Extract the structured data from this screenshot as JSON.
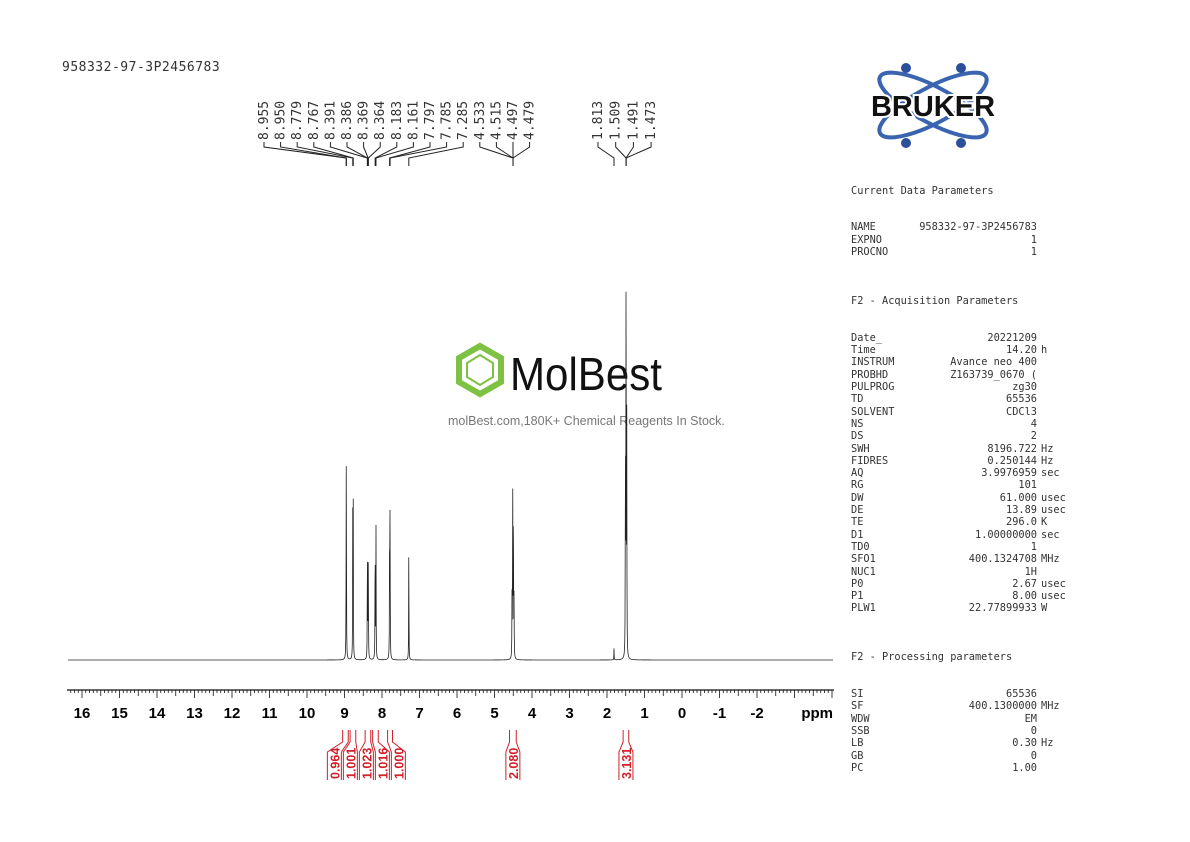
{
  "title": "958332-97-3P2456783",
  "logo": "BRUKER",
  "watermark": {
    "name": "MolBest",
    "tagline": "molBest.com,180K+ Chemical Reagents In Stock.",
    "color": "#7dc242"
  },
  "parameters": {
    "current": {
      "heading": "Current Data Parameters",
      "rows": [
        [
          "NAME",
          "958332-97-3P2456783",
          ""
        ],
        [
          "EXPNO",
          "1",
          ""
        ],
        [
          "PROCNO",
          "1",
          ""
        ]
      ]
    },
    "acquisition": {
      "heading": "F2 - Acquisition Parameters",
      "rows": [
        [
          "Date_",
          "20221209",
          ""
        ],
        [
          "Time",
          "14.20",
          "h"
        ],
        [
          "INSTRUM",
          "Avance neo 400",
          ""
        ],
        [
          "PROBHD",
          "Z163739_0670 (",
          ""
        ],
        [
          "PULPROG",
          "zg30",
          ""
        ],
        [
          "TD",
          "65536",
          ""
        ],
        [
          "SOLVENT",
          "CDCl3",
          ""
        ],
        [
          "NS",
          "4",
          ""
        ],
        [
          "DS",
          "2",
          ""
        ],
        [
          "SWH",
          "8196.722",
          "Hz"
        ],
        [
          "FIDRES",
          "0.250144",
          "Hz"
        ],
        [
          "AQ",
          "3.9976959",
          "sec"
        ],
        [
          "RG",
          "101",
          ""
        ],
        [
          "DW",
          "61.000",
          "usec"
        ],
        [
          "DE",
          "13.89",
          "usec"
        ],
        [
          "TE",
          "296.0",
          "K"
        ],
        [
          "D1",
          "1.00000000",
          "sec"
        ],
        [
          "TD0",
          "1",
          ""
        ],
        [
          "SFO1",
          "400.1324708",
          "MHz"
        ],
        [
          "NUC1",
          "1H",
          ""
        ],
        [
          "P0",
          "2.67",
          "usec"
        ],
        [
          "P1",
          "8.00",
          "usec"
        ],
        [
          "PLW1",
          "22.77899933",
          "W"
        ]
      ]
    },
    "processing": {
      "heading": "F2 - Processing parameters",
      "rows": [
        [
          "SI",
          "65536",
          ""
        ],
        [
          "SF",
          "400.1300000",
          "MHz"
        ],
        [
          "WDW",
          "EM",
          ""
        ],
        [
          "SSB",
          "0",
          ""
        ],
        [
          "LB",
          "0.30",
          "Hz"
        ],
        [
          "GB",
          "0",
          ""
        ],
        [
          "PC",
          "1.00",
          ""
        ]
      ]
    }
  },
  "chart_data": {
    "type": "line",
    "xlabel": "ppm",
    "xlim": [
      16.4,
      -4.0
    ],
    "x_reversed": true,
    "x_ticks": [
      16,
      15,
      14,
      13,
      12,
      11,
      10,
      9,
      8,
      7,
      6,
      5,
      4,
      3,
      2,
      1,
      0,
      -1,
      -2
    ],
    "peak_labels": {
      "group1": [
        "8.955",
        "8.950",
        "8.779",
        "8.767",
        "8.391",
        "8.386",
        "8.369",
        "8.364",
        "8.183",
        "8.161",
        "7.797",
        "7.785",
        "7.285",
        "4.533",
        "4.515",
        "4.497",
        "4.479"
      ],
      "group2": [
        "1.813",
        "1.509",
        "1.491",
        "1.473"
      ]
    },
    "peaks": [
      {
        "ppm": 8.955,
        "intensity": 0.29
      },
      {
        "ppm": 8.95,
        "intensity": 0.29
      },
      {
        "ppm": 8.779,
        "intensity": 0.32
      },
      {
        "ppm": 8.767,
        "intensity": 0.32
      },
      {
        "ppm": 8.391,
        "intensity": 0.14
      },
      {
        "ppm": 8.386,
        "intensity": 0.14
      },
      {
        "ppm": 8.369,
        "intensity": 0.14
      },
      {
        "ppm": 8.364,
        "intensity": 0.14
      },
      {
        "ppm": 8.183,
        "intensity": 0.3
      },
      {
        "ppm": 8.161,
        "intensity": 0.3
      },
      {
        "ppm": 7.797,
        "intensity": 0.33
      },
      {
        "ppm": 7.785,
        "intensity": 0.33
      },
      {
        "ppm": 7.285,
        "intensity": 0.26
      },
      {
        "ppm": 4.533,
        "intensity": 0.13
      },
      {
        "ppm": 4.515,
        "intensity": 0.4
      },
      {
        "ppm": 4.497,
        "intensity": 0.4
      },
      {
        "ppm": 4.479,
        "intensity": 0.13
      },
      {
        "ppm": 1.813,
        "intensity": 0.025
      },
      {
        "ppm": 1.509,
        "intensity": 0.5
      },
      {
        "ppm": 1.491,
        "intensity": 1.0
      },
      {
        "ppm": 1.473,
        "intensity": 0.5
      }
    ],
    "integrals": [
      {
        "from": 9.05,
        "to": 8.9,
        "value": "0.964"
      },
      {
        "from": 8.85,
        "to": 8.7,
        "value": "1.001"
      },
      {
        "from": 8.45,
        "to": 8.3,
        "value": "1.023"
      },
      {
        "from": 8.25,
        "to": 8.1,
        "value": "1.016"
      },
      {
        "from": 7.85,
        "to": 7.72,
        "value": "1.000"
      },
      {
        "from": 4.6,
        "to": 4.42,
        "value": "2.080"
      },
      {
        "from": 1.57,
        "to": 1.42,
        "value": "3.131"
      }
    ],
    "colors": {
      "spectrum": "#222222",
      "integral": "#d0202a"
    }
  }
}
